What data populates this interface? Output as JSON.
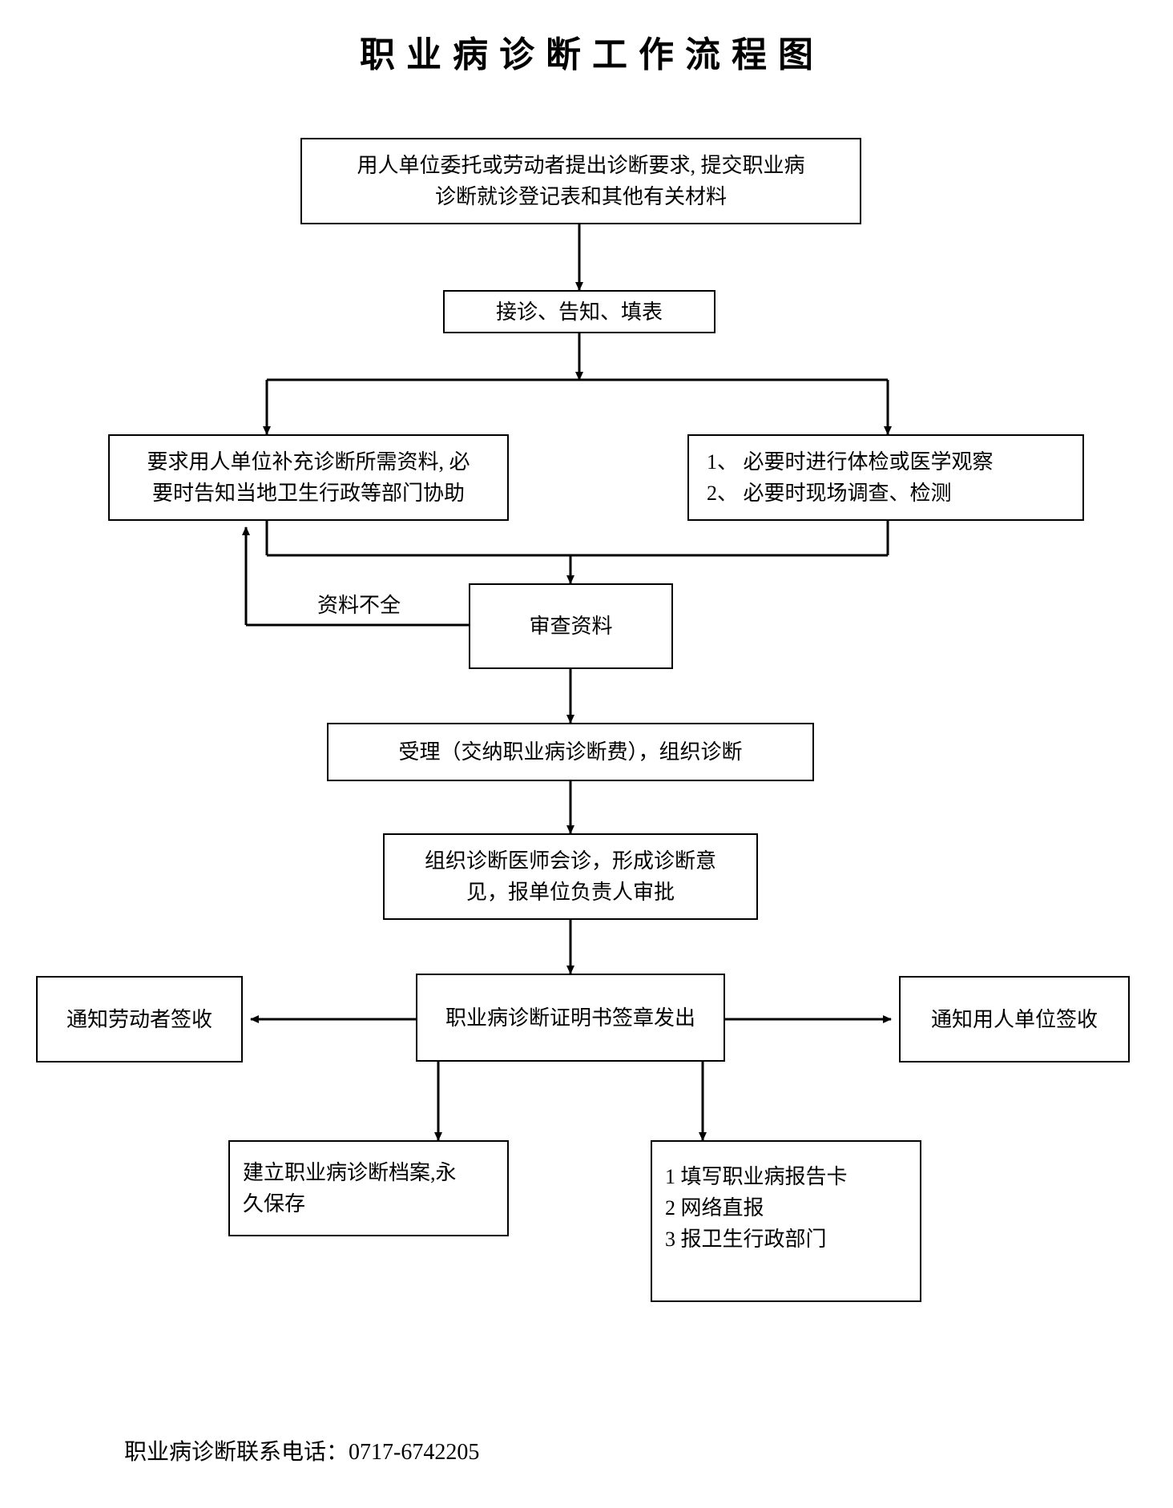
{
  "document": {
    "title": "职业病诊断工作流程图",
    "footer": "职业病诊断联系电话：0717-6742205",
    "background_color": "#ffffff",
    "line_color": "#000000",
    "text_color": "#000000"
  },
  "nodes": {
    "request": {
      "line1": "用人单位委托或劳动者提出诊断要求, 提交职业病",
      "line2": "诊断就诊登记表和其他有关材料"
    },
    "reception": {
      "line1": "接诊、告知、填表"
    },
    "supplement": {
      "line1": "要求用人单位补充诊断所需资料, 必",
      "line2": "要时告知当地卫生行政等部门协助"
    },
    "examine_investigate": {
      "line1": "1、 必要时进行体检或医学观察",
      "line2": "2、 必要时现场调查、检测"
    },
    "review": {
      "line1": "审查资料"
    },
    "accept": {
      "line1": "受理（交纳职业病诊断费），组织诊断"
    },
    "consultation": {
      "line1": "组织诊断医师会诊，形成诊断意",
      "line2": "见，报单位负责人审批"
    },
    "certificate": {
      "line1": "职业病诊断证明书签章发出"
    },
    "notify_worker": {
      "line1": "通知劳动者签收"
    },
    "notify_employer": {
      "line1": "通知用人单位签收"
    },
    "archive": {
      "line1": "建立职业病诊断档案,永",
      "line2": "久保存"
    },
    "report": {
      "line1": "1 填写职业病报告卡",
      "line2": "2 网络直报",
      "line3": "3 报卫生行政部门"
    }
  },
  "edge_labels": {
    "incomplete_materials": "资料不全"
  }
}
